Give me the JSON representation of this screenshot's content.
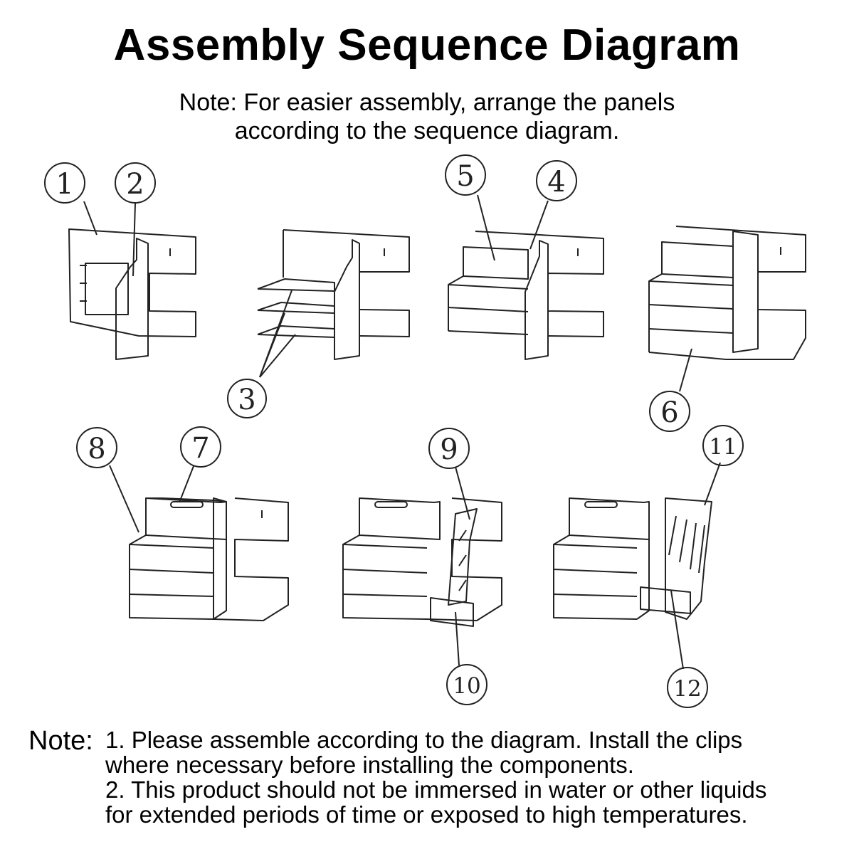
{
  "header": {
    "title": "Assembly Sequence Diagram",
    "subnote_line1": "Note: For easier assembly, arrange the panels",
    "subnote_line2": "according to the sequence diagram."
  },
  "parts": {
    "p1": "1",
    "p2": "2",
    "p3": "3",
    "p4": "4",
    "p5": "5",
    "p6": "6",
    "p7": "7",
    "p8": "8",
    "p9": "9",
    "p10": "10",
    "p11": "11",
    "p12": "12"
  },
  "footer": {
    "label": "Note:",
    "line1": "1. Please assemble according to the diagram. Install the clips",
    "line2": "where necessary before installing the components.",
    "line3": "2. This product should not be immersed in water or other liquids",
    "line4": "for extended periods of time or exposed to high temperatures."
  }
}
